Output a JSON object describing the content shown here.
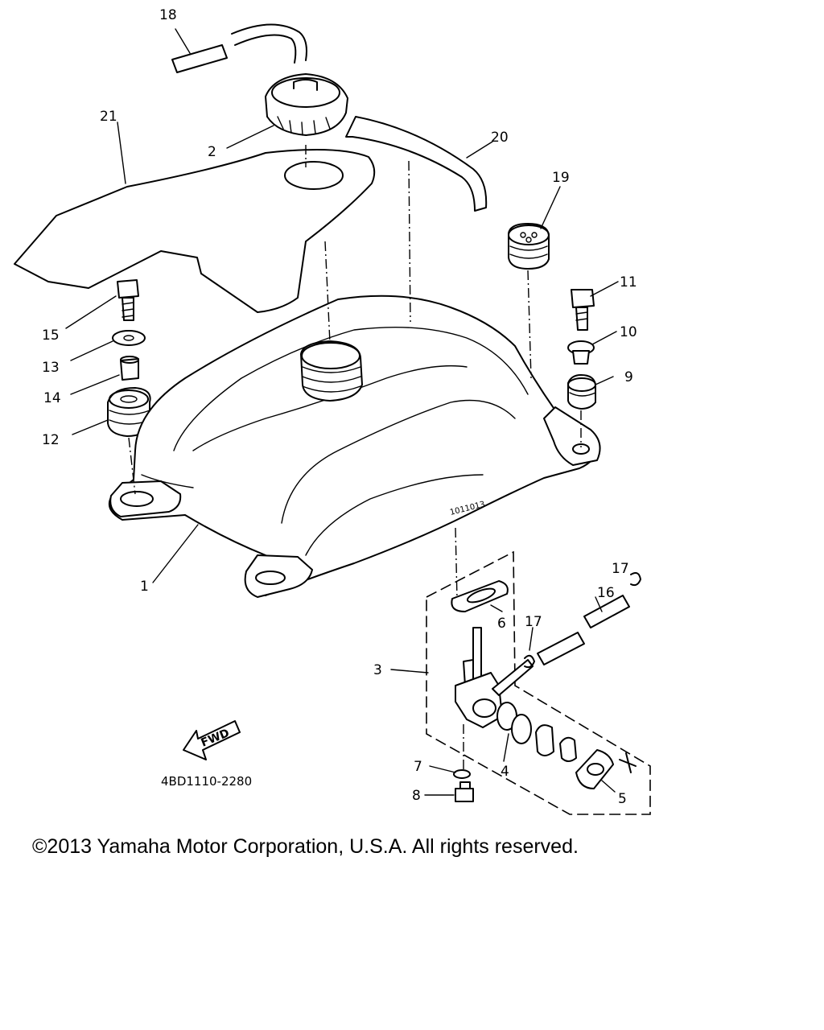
{
  "callouts": {
    "c1": "1",
    "c2": "2",
    "c3": "3",
    "c4": "4",
    "c5": "5",
    "c6": "6",
    "c7": "7",
    "c8": "8",
    "c9": "9",
    "c10": "10",
    "c11": "11",
    "c12": "12",
    "c13": "13",
    "c14": "14",
    "c15": "15",
    "c16": "16",
    "c17a": "17",
    "c17b": "17",
    "c18": "18",
    "c19": "19",
    "c20": "20",
    "c21": "21"
  },
  "fwd_label": "FWD",
  "diagram_code": "4BD1110-2280",
  "tank_marking": "1011013",
  "copyright": "©2013 Yamaha Motor Corporation, U.S.A. All rights reserved."
}
